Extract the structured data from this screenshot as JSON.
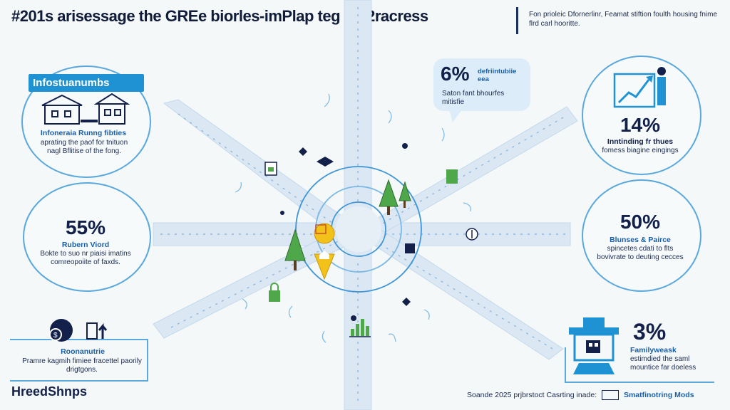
{
  "header": {
    "title": "#201s arisessage the GREe biorles-imPlap teg so-2racress",
    "subtitle": "Fon prioleic Dfornerlinr, Feamat stiftion foulth housing fnime flrd carl hooritte."
  },
  "left_top": {
    "header": "Infostuanumbs",
    "label": "Infoneraia Runng fibties",
    "desc": "aprating the paof for tnituon nagl Bflitise of the fong."
  },
  "left_middle": {
    "stat": "55%",
    "label": "Rubern Viord",
    "desc": "Bokte to suo nr piaisi imatins comreopoiite of faxds."
  },
  "left_bottom": {
    "label": "Roonanutrie",
    "desc": "Pramre kagmih fimiee fracettel paorily drigtgons."
  },
  "center_bubble": {
    "stat": "6%",
    "label": "defriintubiie eea",
    "desc": "Saton fant bhourfes mitisfie"
  },
  "right_top": {
    "stat": "14%",
    "label": "Inntinding fr thues",
    "desc": "fomess biagine eingings"
  },
  "right_middle": {
    "stat": "50%",
    "label": "Blunses & Pairce",
    "desc": "spincetes cdati to flts bovivrate to deuting cecces"
  },
  "right_bottom": {
    "stat": "3%",
    "label": "Familyweask",
    "desc": "estimdied the saml mountice far doeless"
  },
  "footer": {
    "brand": "HreedShnps",
    "source_prefix": "Soande 2025 prjbrstoct Casrting inade:",
    "source_brand": "Smatfinotring Mods"
  },
  "colors": {
    "accent": "#1f92d3",
    "ring": "#5aa8dc",
    "road": "#dbe8f4",
    "navy": "#12204a",
    "green": "#4ea84a",
    "yellow": "#f2c21b"
  },
  "icons": [
    "houses-icon",
    "growth-chart-icon",
    "money-bag-icon",
    "office-building-icon",
    "tree-icon",
    "location-pin-icon",
    "lock-icon",
    "compass-icon",
    "bar-chart-icon"
  ]
}
